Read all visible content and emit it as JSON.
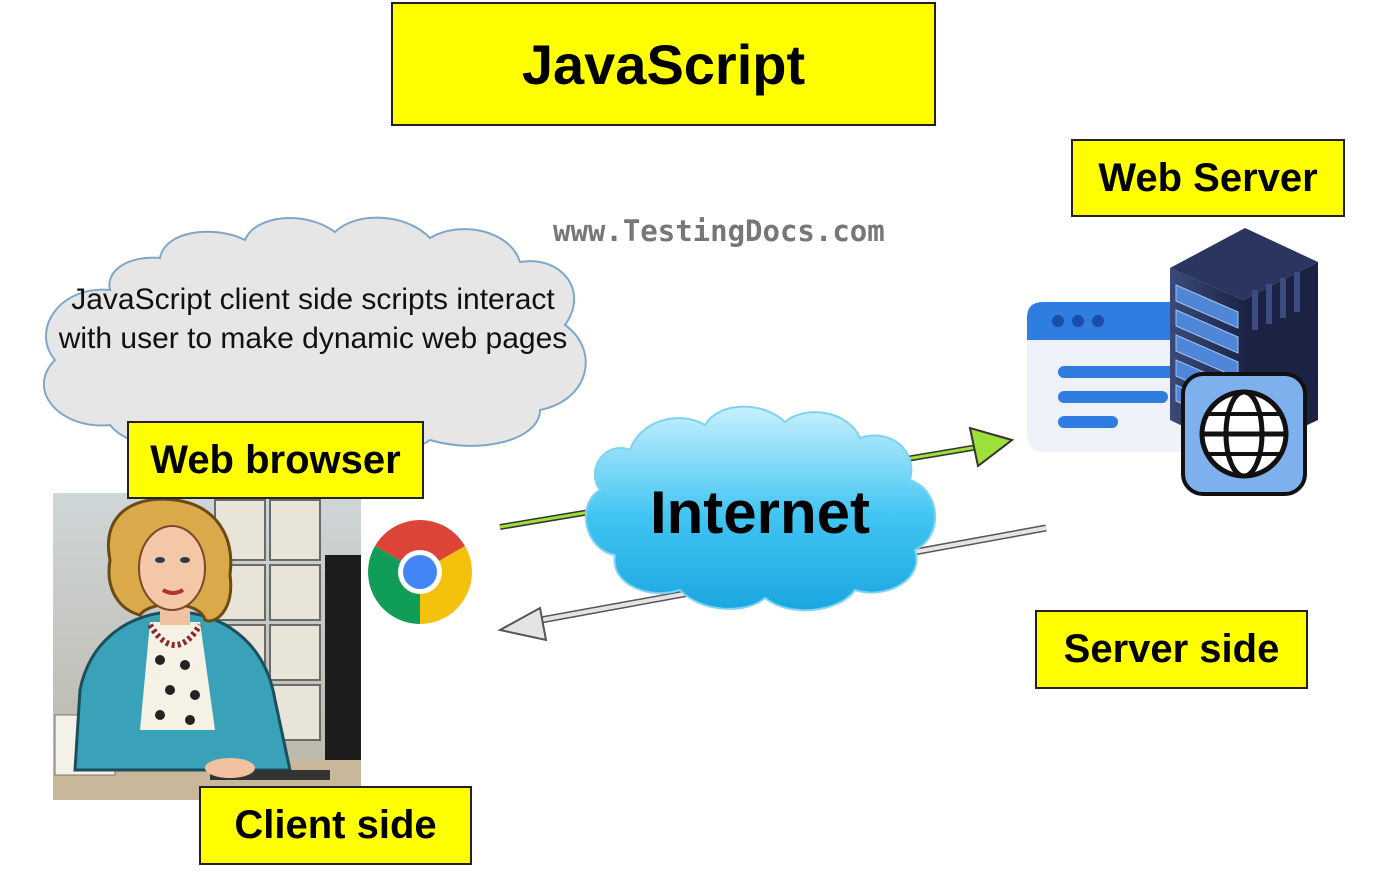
{
  "diagram": {
    "title": "JavaScript",
    "watermark": "www.TestingDocs.com",
    "cloud_note": "JavaScript client side scripts interact with user to make dynamic web pages",
    "labels": {
      "web_server": "Web Server",
      "web_browser": "Web browser",
      "internet": "Internet",
      "server_side": "Server side",
      "client_side": "Client side"
    },
    "icons": [
      "person-illustration",
      "chrome-icon",
      "browser-window-icon",
      "server-rack-icon",
      "globe-icon"
    ],
    "colors": {
      "label_fill": "#ffff00",
      "internet_cloud": "#3fc4f2",
      "note_cloud": "#e6e6e6",
      "request_arrow": "#9ee03a",
      "response_arrow": "#dddddd"
    }
  }
}
